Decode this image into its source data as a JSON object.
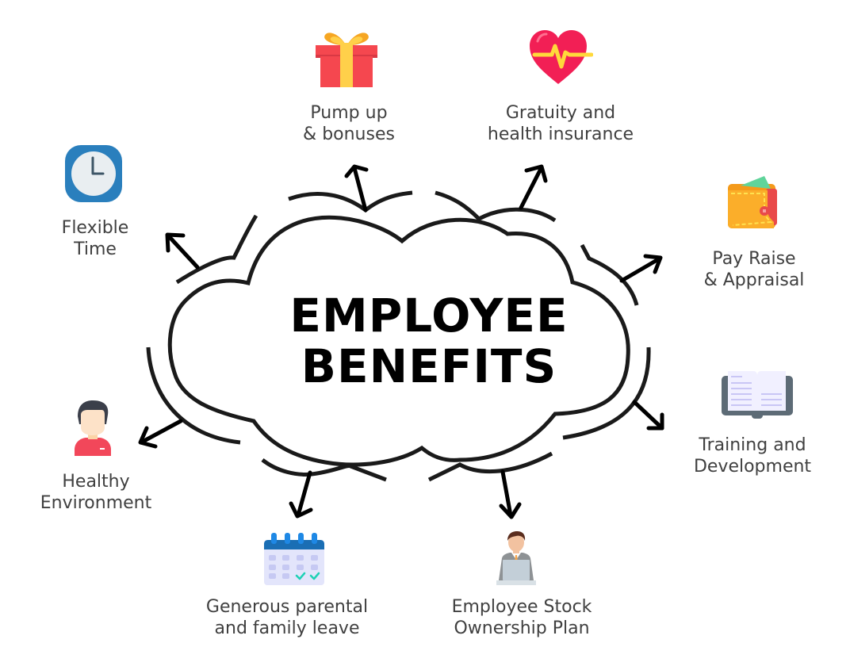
{
  "title": {
    "line1": "EMPLOYEE",
    "line2": "BENEFITS"
  },
  "benefits": [
    {
      "id": "pump-up-bonuses",
      "icon": "gift-icon",
      "line1": "Pump up",
      "line2": "& bonuses"
    },
    {
      "id": "gratuity-health-insurance",
      "icon": "heart-pulse-icon",
      "line1": "Gratuity and",
      "line2": "health insurance"
    },
    {
      "id": "pay-raise-appraisal",
      "icon": "wallet-icon",
      "line1": "Pay Raise",
      "line2": "& Appraisal"
    },
    {
      "id": "training-development",
      "icon": "open-book-icon",
      "line1": "Training and",
      "line2": "Development"
    },
    {
      "id": "employee-stock-ownership",
      "icon": "businessman-laptop-icon",
      "line1": "Employee Stock",
      "line2": "Ownership Plan"
    },
    {
      "id": "parental-family-leave",
      "icon": "calendar-icon",
      "line1": "Generous parental",
      "line2": "and family leave"
    },
    {
      "id": "healthy-environment",
      "icon": "person-avatar-icon",
      "line1": "Healthy",
      "line2": "Environment"
    },
    {
      "id": "flexible-time",
      "icon": "clock-icon",
      "line1": "Flexible",
      "line2": "Time"
    }
  ],
  "colors": {
    "outline": "#1a1a1a",
    "label_text": "#404040",
    "title_text": "#000000",
    "gift_red": "#f5474f",
    "gift_ribbon": "#ffd04a",
    "heart_red": "#f21f55",
    "pulse_yellow": "#ffd93b",
    "clock_blue": "#2a7fbd",
    "clock_face": "#e9eef1",
    "wallet_orange": "#fbae2a",
    "cash_green": "#5fd49a",
    "book_cover": "#5d6b76",
    "book_page": "#f1f0ff",
    "book_lines": "#c9c6f5",
    "calendar_blue": "#1e7ac8",
    "calendar_body": "#e3e5fb",
    "check_teal": "#1fd1b5",
    "shirt_red": "#f2475a",
    "skin": "#fde2c8",
    "hair_dark": "#3b3f4a",
    "suit_gray": "#8e9295",
    "laptop_gray": "#c3cfd8"
  }
}
